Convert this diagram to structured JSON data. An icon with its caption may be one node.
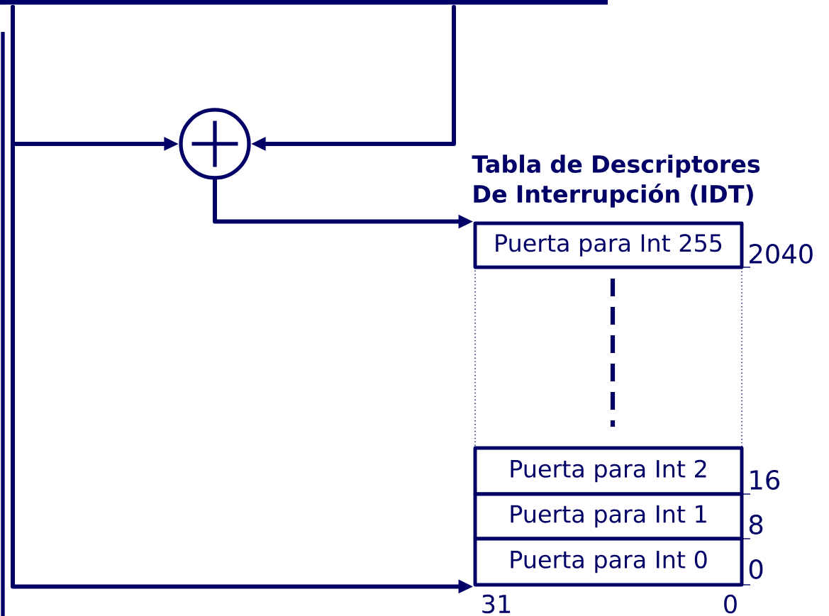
{
  "diagram": {
    "nodes": [
      {
        "text": [
          "Tabla de Descriptores De Interrupción (IDT)"
        ]
      },
      {
        "text": [
          "Puerta para Int 255"
        ],
        "in": 0,
        "beside": [
          "2040"
        ]
      },
      {
        "text": [
          "Puerta para Int 2"
        ],
        "in": 0,
        "beside": [
          "16"
        ]
      },
      {
        "text": [
          "Puerta para Int 1"
        ],
        "in": 0,
        "beside": [
          "8"
        ]
      },
      {
        "text": [
          "Puerta para Int 0"
        ],
        "in": 0,
        "beside": [
          "0"
        ]
      },
      {
        "text": [],
        "shape": "circle"
      }
    ],
    "edges": [
      {
        "from": null,
        "to": 5,
        "arrow": "to"
      },
      {
        "from": null,
        "to": 5,
        "arrow": "to"
      },
      {
        "from": 5,
        "to": 1,
        "arrow": "to"
      },
      {
        "from": null,
        "to": 4,
        "arrow": "to"
      }
    ],
    "labels": [
      "31",
      "0"
    ]
  }
}
